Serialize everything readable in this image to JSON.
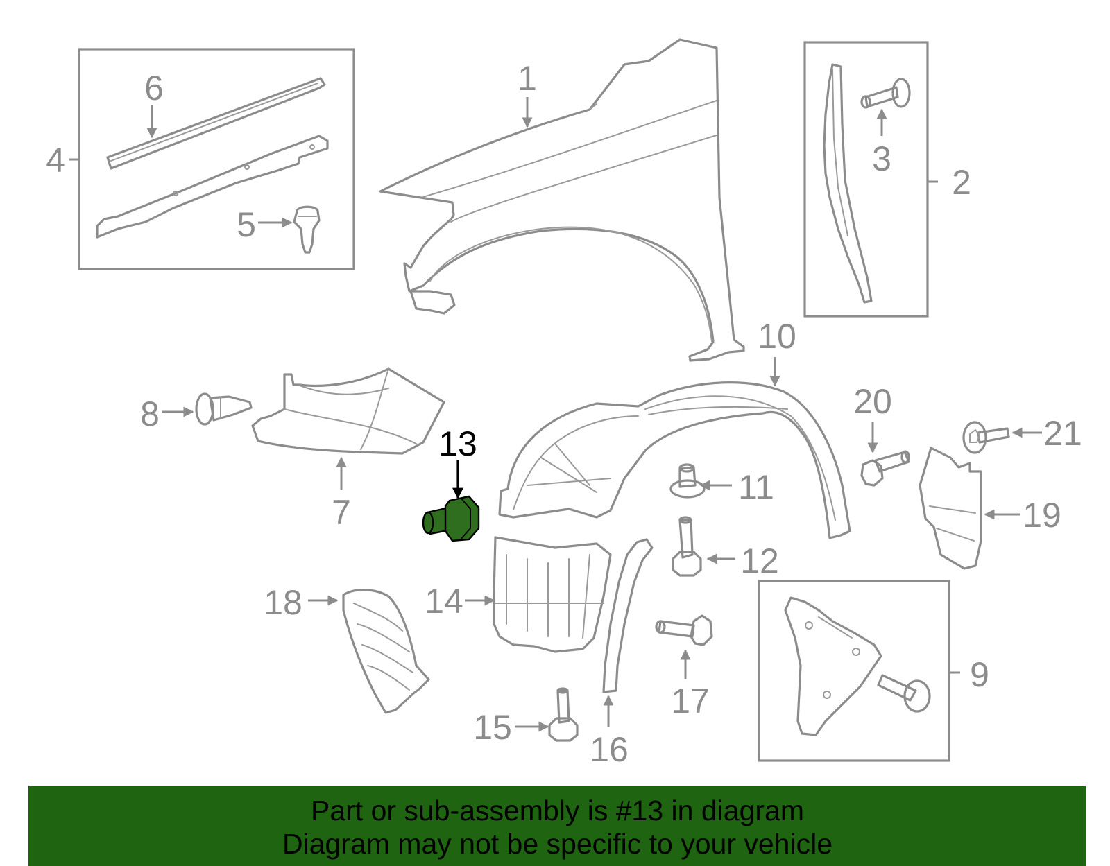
{
  "labels": {
    "p1": "1",
    "p2": "2",
    "p3": "3",
    "p4": "4",
    "p5": "5",
    "p6": "6",
    "p7": "7",
    "p8": "8",
    "p9": "9",
    "p10": "10",
    "p11": "11",
    "p12": "12",
    "p13": "13",
    "p14": "14",
    "p15": "15",
    "p16": "16",
    "p17": "17",
    "p18": "18",
    "p19": "19",
    "p20": "20",
    "p21": "21"
  },
  "highlighted_part": "13",
  "colors": {
    "highlight_fill": "#2e6e1e",
    "line": "#8c8c8c",
    "banner_bg": "#1f6410"
  },
  "banner": {
    "line1": "Part or sub-assembly is #13 in diagram",
    "line2": "Diagram may not be specific to your vehicle"
  }
}
